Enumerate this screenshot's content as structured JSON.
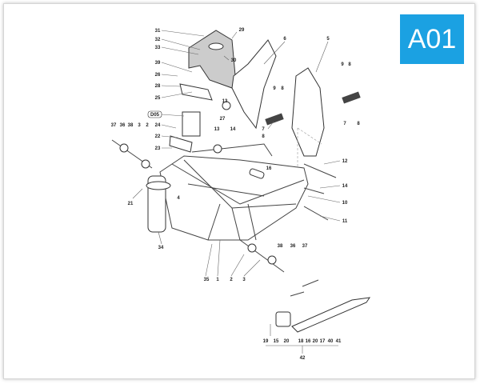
{
  "badge": {
    "code": "A01",
    "color": "#1ba1e2"
  },
  "labels": [
    "31",
    "32",
    "33",
    "29",
    "30",
    "6",
    "5",
    "39",
    "26",
    "28",
    "25",
    "D05",
    "27",
    "13",
    "9",
    "8",
    "9",
    "8",
    "7",
    "8",
    "7",
    "8",
    "24",
    "22",
    "23",
    "37",
    "36",
    "38",
    "3",
    "2",
    "13",
    "14",
    "16",
    "12",
    "14",
    "10",
    "11",
    "21",
    "4",
    "34",
    "35",
    "1",
    "2",
    "3",
    "38",
    "36",
    "37",
    "19",
    "15",
    "20",
    "18",
    "16",
    "20",
    "17",
    "40",
    "41",
    "42"
  ]
}
